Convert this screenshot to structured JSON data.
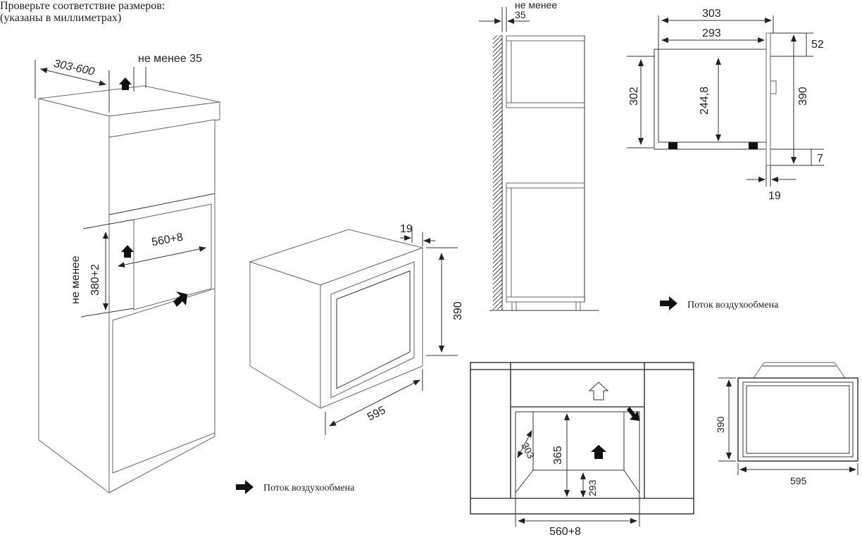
{
  "header": {
    "line1": "Проверьте соответствие размеров:",
    "line2": "(указаны в миллиметрах)"
  },
  "cabinet_view": {
    "depth": "303-600",
    "gap_top": "не менее 35",
    "niche_width": "560+8",
    "niche_height_label": "не менее",
    "niche_height": "380+2"
  },
  "oven_view": {
    "frame": "19",
    "height": "390",
    "width": "595"
  },
  "side_view": {
    "gap_label": "не менее",
    "gap_value": "35"
  },
  "section_view": {
    "depth_total": "303",
    "depth_body": "293",
    "height_body": "302",
    "height_inner": "244,8",
    "top_offset": "52",
    "height_front": "390",
    "bottom_offset": "7",
    "frame": "19"
  },
  "front_view": {
    "depth": "303",
    "height": "365",
    "base": "293",
    "width": "560+8"
  },
  "small_oven": {
    "height": "390",
    "width": "595"
  },
  "legend": {
    "airflow_label": "Поток воздухообмена"
  }
}
